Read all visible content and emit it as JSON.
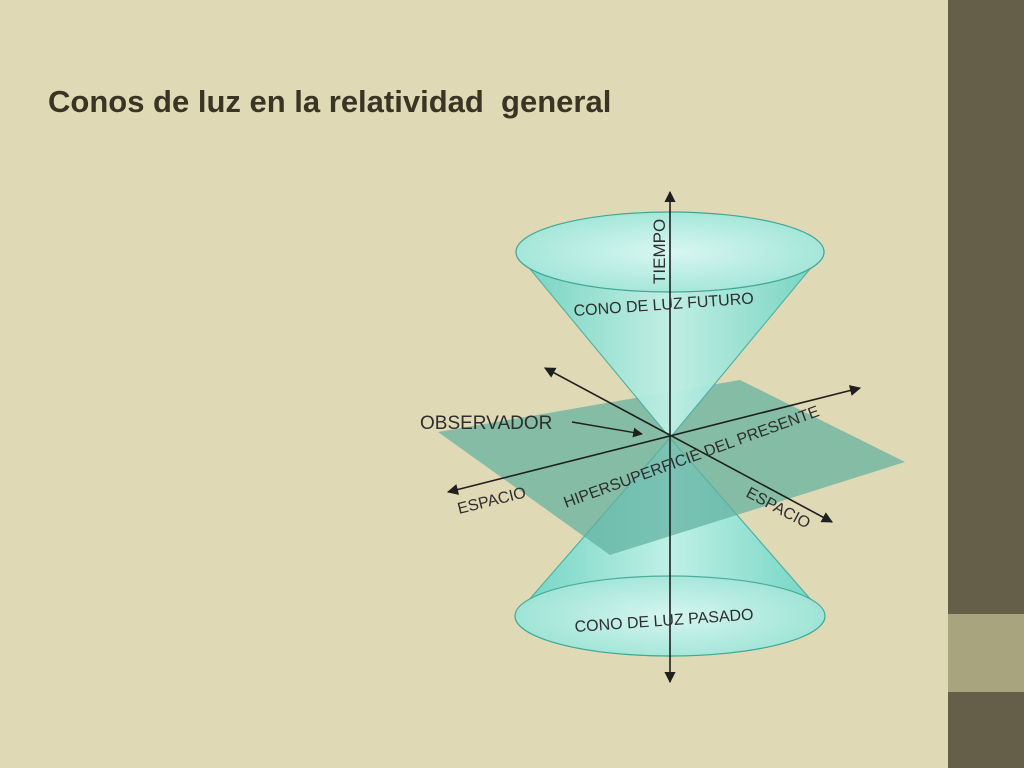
{
  "slide": {
    "title": "Conos de luz en la relatividad  general"
  },
  "diagram": {
    "labels": {
      "time_axis": "TIEMPO",
      "future_cone": "CONO DE LUZ FUTURO",
      "past_cone": "CONO DE LUZ PASADO",
      "observer": "OBSERVADOR",
      "space_left": "ESPACIO",
      "space_right": "ESPACIO",
      "hypersurface": "HIPERSUPERFICIE DEL PRESENTE"
    }
  },
  "colors": {
    "background": "#e0d9b5",
    "sidebar_dark": "#655e49",
    "sidebar_light": "#a8a47e",
    "cone_fill": "#a8e8da",
    "cone_rim": "#c9f2ea",
    "plane_fill": "#5fb0a0"
  }
}
